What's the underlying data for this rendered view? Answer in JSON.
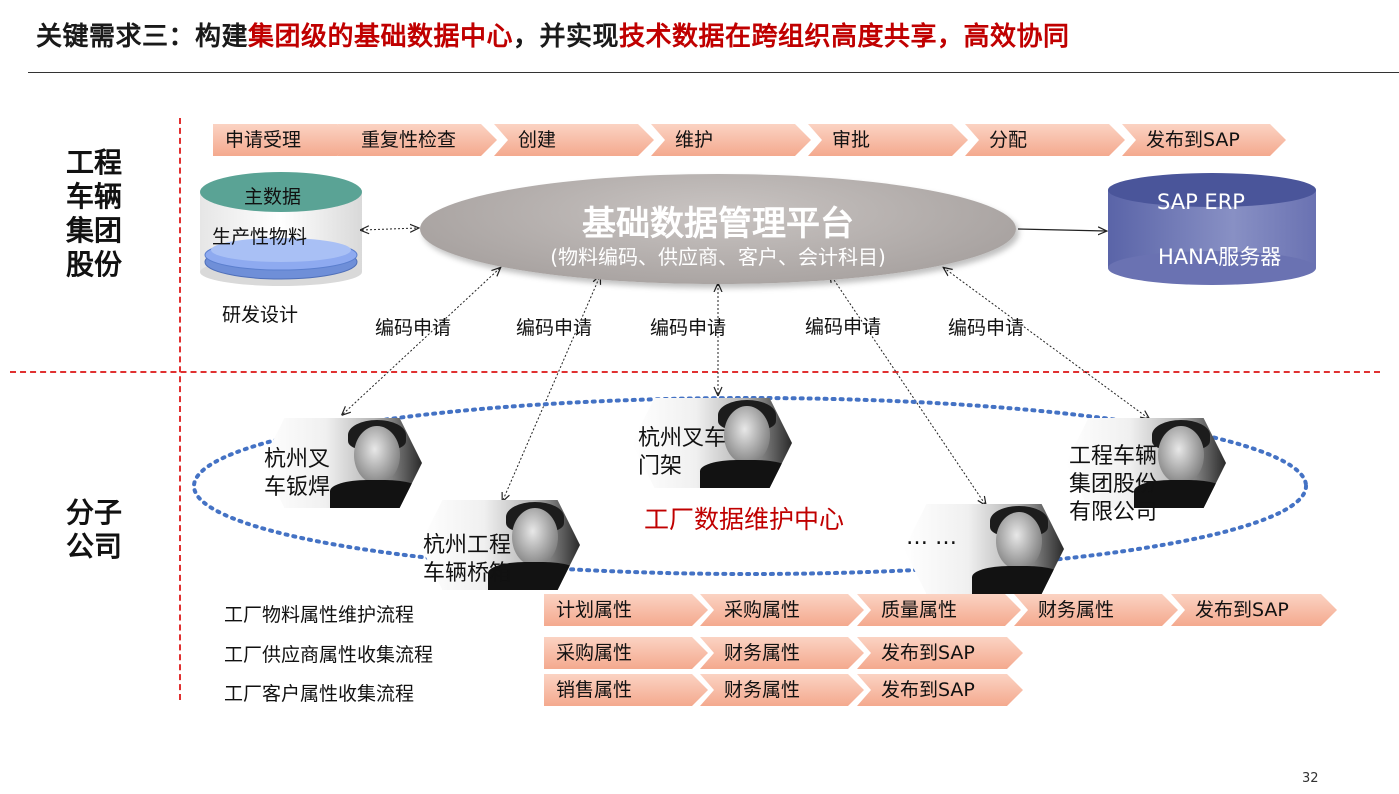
{
  "title": {
    "part1": "关键需求三：构建",
    "hl1": "集团级的基础数据中心",
    "part2": "，并实现",
    "hl2": "技术数据在跨组织高度共享，高效协同"
  },
  "sections": {
    "top": "工程\n车辆\n集团\n股份",
    "bottom": "分子\n公司"
  },
  "top_process": [
    "申请受理",
    "重复性检查",
    "创建",
    "维护",
    "审批",
    "分配",
    "发布到SAP"
  ],
  "master_data": {
    "top": "主数据",
    "middle": "生产性物料",
    "bottom": "研发设计"
  },
  "platform": {
    "title": "基础数据管理平台",
    "subtitle": "(物料编码、供应商、客户、会计科目)"
  },
  "sap": {
    "line1": "SAP ERP",
    "line2": "HANA服务器"
  },
  "request_labels": [
    "编码申请",
    "编码申请",
    "编码申请",
    "编码申请",
    "编码申请"
  ],
  "center_label": "工厂数据维护中心",
  "nodes": [
    {
      "label": "杭州叉\n车钣焊"
    },
    {
      "label": "杭州工程\n车辆桥箱"
    },
    {
      "label": "杭州叉车\n门架"
    },
    {
      "label": "… …"
    },
    {
      "label": "工程车辆\n集团股份\n有限公司"
    }
  ],
  "flows": [
    {
      "label": "工厂物料属性维护流程",
      "steps": [
        "计划属性",
        "采购属性",
        "质量属性",
        "财务属性",
        "发布到SAP"
      ]
    },
    {
      "label": "工厂供应商属性收集流程",
      "steps": [
        "采购属性",
        "财务属性",
        "发布到SAP"
      ]
    },
    {
      "label": "工厂客户属性收集流程",
      "steps": [
        "销售属性",
        "财务属性",
        "发布到SAP"
      ]
    }
  ],
  "page_number": "32",
  "colors": {
    "accent_red": "#c00000",
    "chevron": "#f4a98e",
    "sap_blue": "#5a64a8",
    "dotted_blue": "#4472c4"
  }
}
